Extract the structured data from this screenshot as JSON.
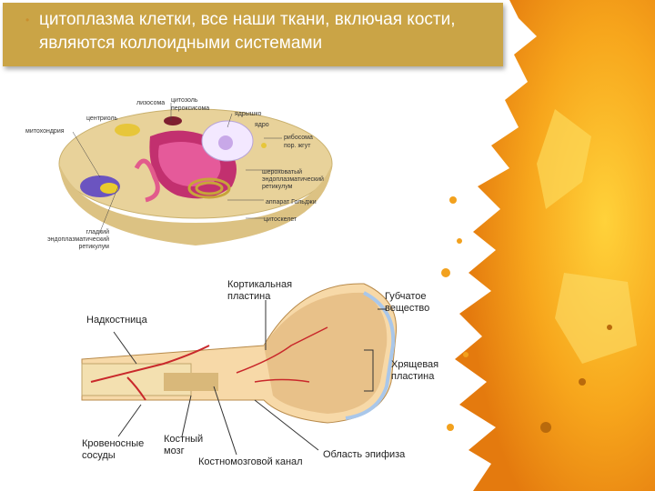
{
  "title": {
    "bullet": "•",
    "text": "цитоплазма клетки, все наши ткани, включая кости, являются коллоидными системами"
  },
  "cell_diagram": {
    "labels": {
      "lizosoma": "лизосома",
      "tsitozol": "цитозоль",
      "peroksisoma": "пероксисома",
      "yaderyshko": "ядрышко",
      "tsentriol": "центриоль",
      "yadro": "ядро",
      "mitokhondriya": "митохондрия",
      "ribosoma": "рибосома",
      "pornaya": "пор. жгут",
      "sherokhovaty": "шероховатый эндоплазматический ретикулум",
      "apparat": "аппарат Гольджи",
      "tsitoskelet": "цитоскелет",
      "gladky": "гладкий эндоплазматический ретикулум"
    }
  },
  "bone_diagram": {
    "labels": {
      "kortikalnaya": "Кортикальная пластина",
      "gubchatoe": "Губчатое вещество",
      "nadkostnitsa": "Надкостница",
      "khryashchevaya": "Хрящевая пластина",
      "krovenosnye": "Кровеносные сосуды",
      "kostny_mozg": "Костный мозг",
      "kostnomozgovoy": "Костномозговой канал",
      "oblast": "Область эпифиза"
    }
  }
}
